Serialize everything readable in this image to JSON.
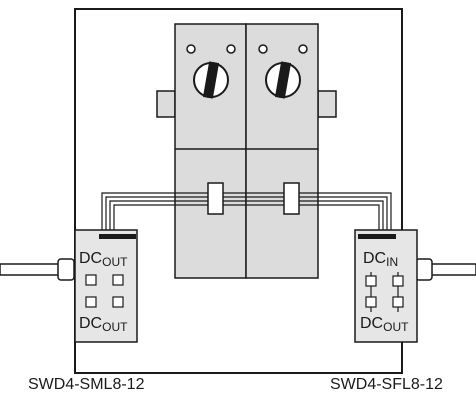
{
  "left_module": {
    "top_label": {
      "main": "DC",
      "sub": "OUT"
    },
    "bottom_label": {
      "main": "DC",
      "sub": "OUT"
    },
    "model": "SWD4-SML8-12"
  },
  "right_module": {
    "top_label": {
      "main": "DC",
      "sub": "IN"
    },
    "bottom_label": {
      "main": "DC",
      "sub": "OUT"
    },
    "model": "SWD4-SFL8-12"
  },
  "colors": {
    "line": "#1a1a1a",
    "device_fill": "#dcdcdc",
    "module_fill": "#e6e6e6",
    "background": "#ffffff"
  }
}
